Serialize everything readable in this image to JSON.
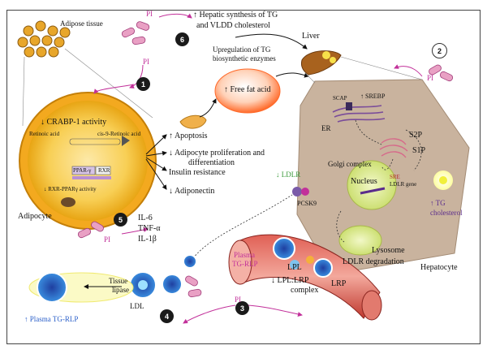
{
  "labels": {
    "adipose_tissue": "Adipose tissue",
    "adipocyte": "Adipocyte",
    "crabp": "↓ CRABP-1 activity",
    "retinoic_acid": "Retinoic acid",
    "cis9": "cis-9-Retinoic acid",
    "ppar": "PPAR-γ",
    "rxr": "RXR",
    "rxr_ppar_activity": "↓ RXR-PPARγ activity",
    "apoptosis": "↑ Apoptosis",
    "adipocyte_prolif_1": "↓ Adipocyte proliferation and",
    "adipocyte_prolif_2": "differentiation",
    "insulin_resistance": "Insulin resistance",
    "adiponectin": "↓ Adiponectin",
    "free_fat_acid": "↑ Free fat acid",
    "upregulation_1": "Upregulation of TG",
    "upregulation_2": "biosynthetic enzymes",
    "hepatic_1": "↑ Hepatic synthesis of TG",
    "hepatic_2": "and VLDD cholesterol",
    "liver": "Liver",
    "scap": "SCAP",
    "srebp": "↑ SREBP",
    "er": "ER",
    "s2p": "S2P",
    "s1p": "S1P",
    "golgi": "Golgi complex",
    "nucleus": "Nucleus",
    "sre": "SRE",
    "ldlr_gene": "LDLR gene",
    "ldlr": "↓ LDLR",
    "pcsk9": "PCSK9",
    "tg_chol_1": "↑ TG",
    "tg_chol_2": "cholesterol",
    "lysosome": "Lysosome",
    "ldlr_degradation": "LDLR degradation",
    "hepatocyte": "Hepatocyte",
    "il6": "IL-6",
    "tnf": "TNF-α",
    "il1": "IL-1β",
    "plasma_tgrlp_1": "Plasma",
    "plasma_tgrlp_2": "TG-RLP",
    "lpl": "LPL",
    "lrp": "LRP",
    "lpl_lrp_1": "↓ LPL:LRP",
    "lpl_lrp_2": "complex",
    "tissue_lipase_1": "Tissue",
    "tissue_lipase_2": "lipase",
    "ldl": "LDL",
    "plasma_tgrlp_up": "↑ Plasma TG-RLP",
    "pi": "PI"
  },
  "badges": [
    "1",
    "2",
    "3",
    "4",
    "5",
    "6"
  ],
  "colors": {
    "pink": "#c2309a",
    "blue": "#2a5fc9",
    "adipocyte_fill": "#f6c13a",
    "hepatocyte_fill": "#cdb9a6",
    "vessel": "#c9433e",
    "free_fat_acid": "#ff7a3d"
  },
  "icons": [
    "pill-icon",
    "liver-icon",
    "fat-cell-icon",
    "lipoprotein-icon",
    "blood-vessel-icon"
  ]
}
